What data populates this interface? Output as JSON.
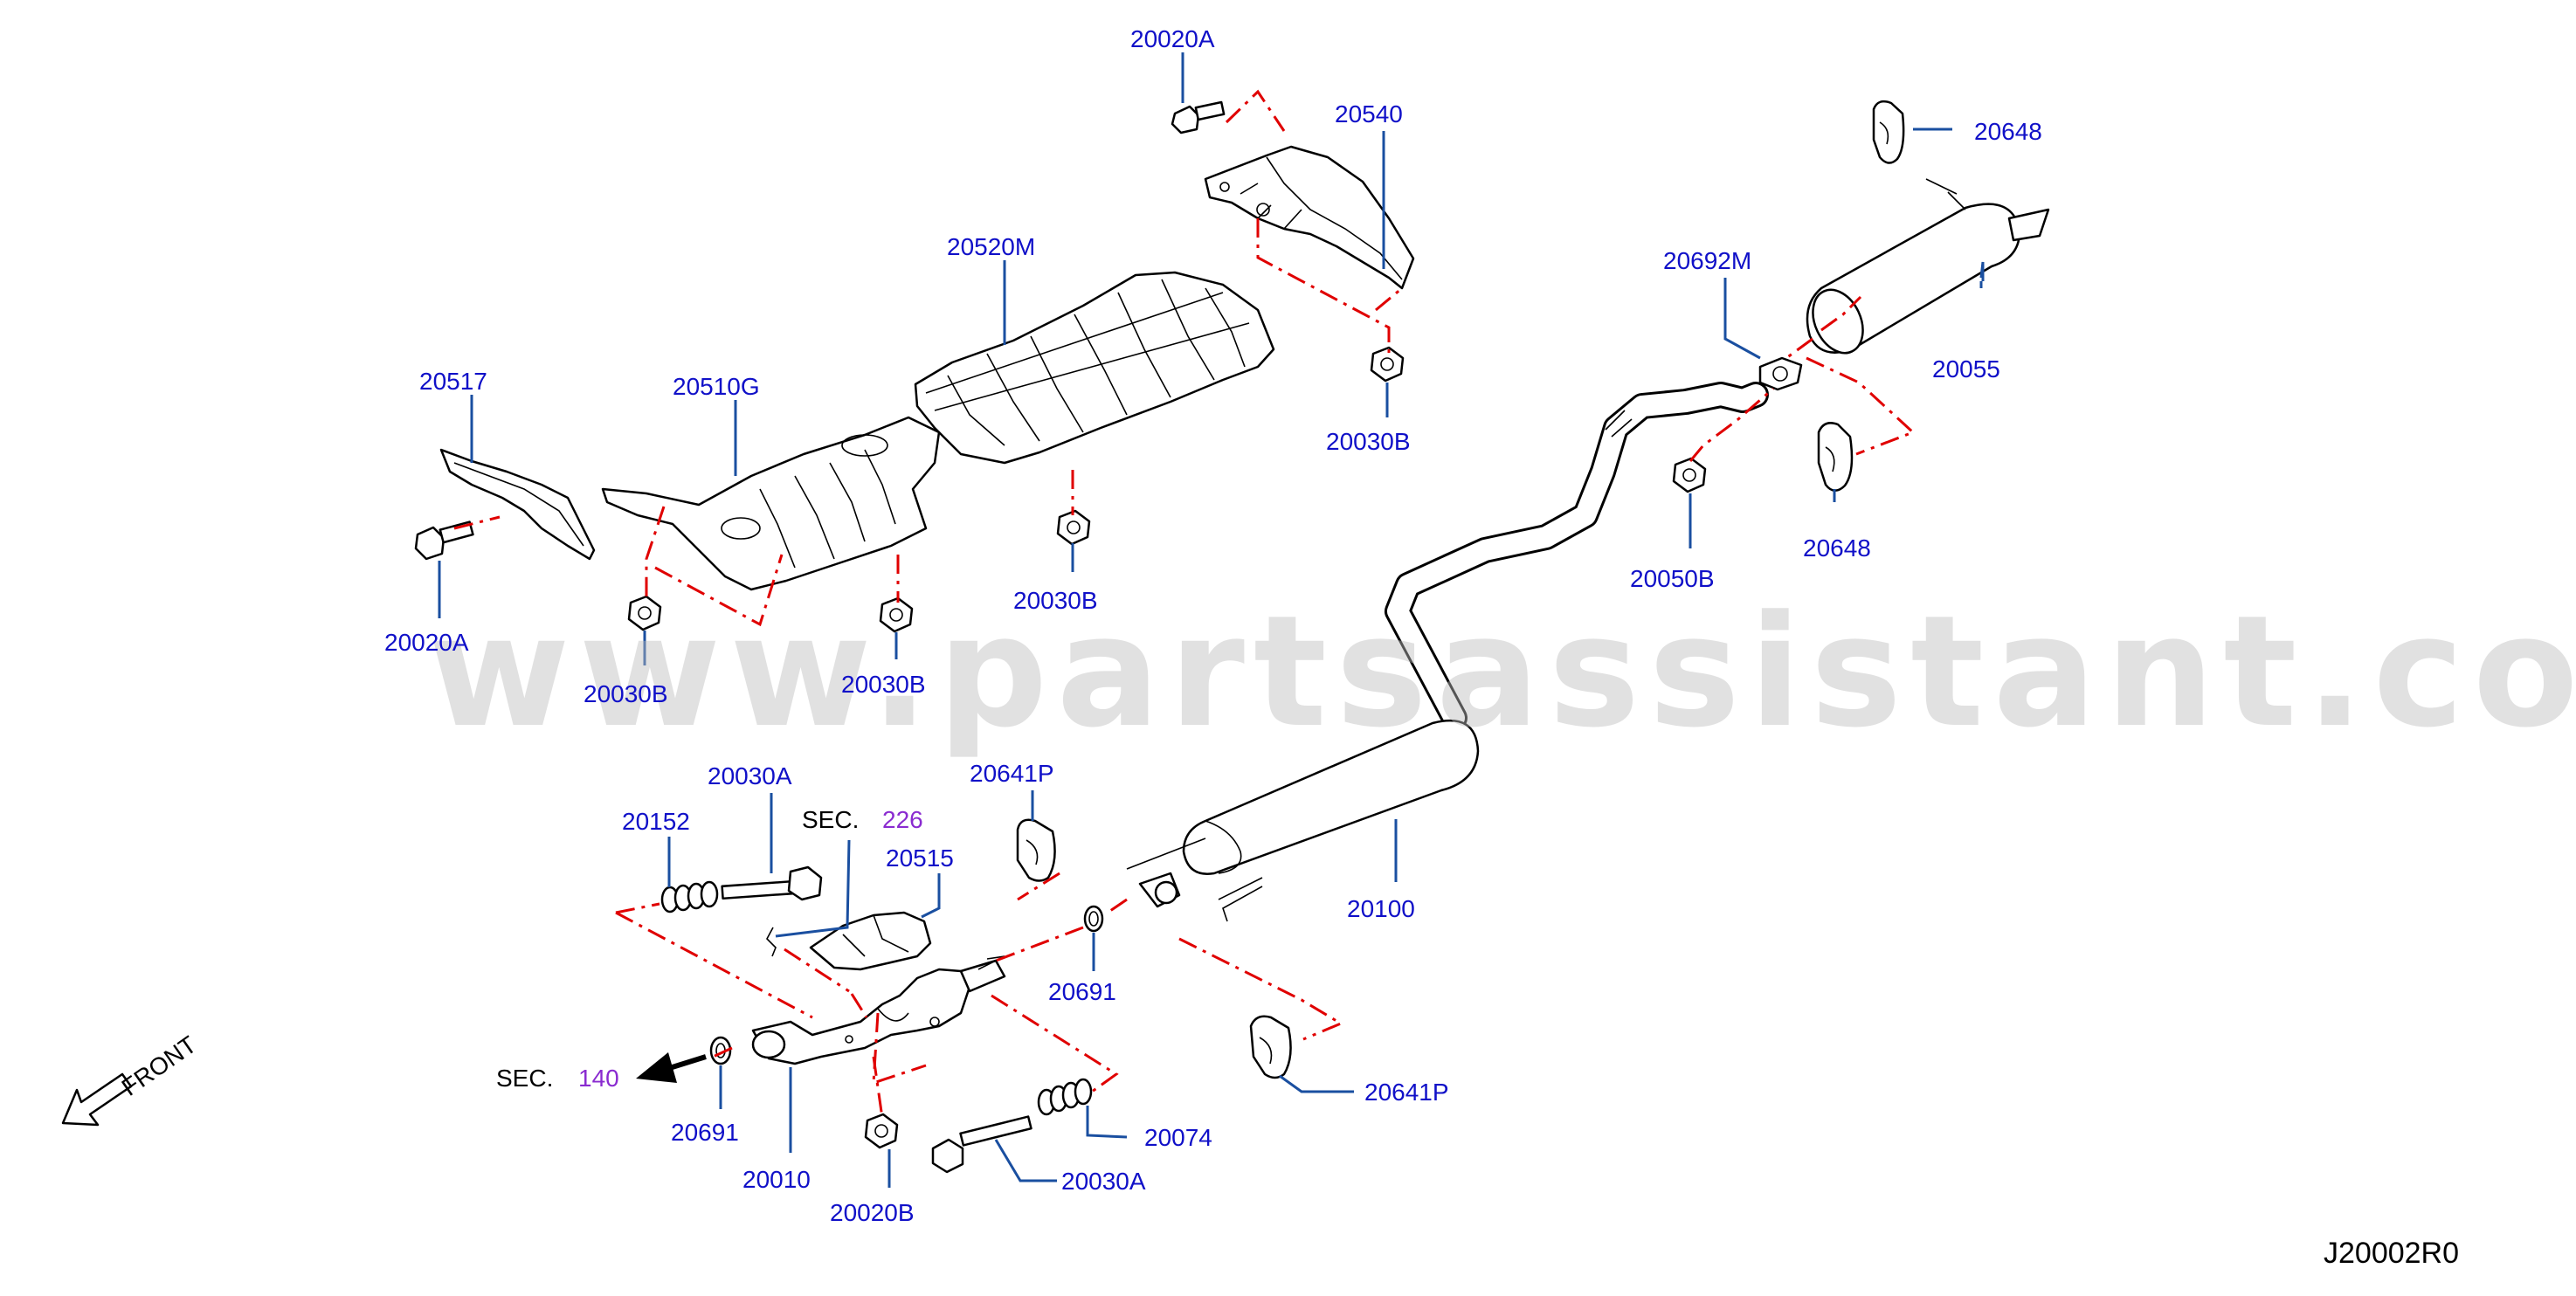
{
  "watermark": "www.partsassistant.com",
  "diagram_ref": "J20002R0",
  "front_label": "FRONT",
  "sections": {
    "sec_226": {
      "prefix": "SEC.",
      "number": "226"
    },
    "sec_140": {
      "prefix": "SEC.",
      "number": "140"
    }
  },
  "callouts": {
    "c20020A_top": "20020A",
    "c20540": "20540",
    "c20648_top": "20648",
    "c20520M": "20520M",
    "c20030B_a": "20030B",
    "c20692M": "20692M",
    "c20055": "20055",
    "c20517": "20517",
    "c20510G": "20510G",
    "c20648_bot": "20648",
    "c20050B": "20050B",
    "c20030B_b": "20030B",
    "c20020A_left": "20020A",
    "c20030B_c": "20030B",
    "c20030B_d": "20030B",
    "c20030A_top": "20030A",
    "c20152": "20152",
    "c20515": "20515",
    "c20641P_top": "20641P",
    "c20100": "20100",
    "c20691_right": "20691",
    "c20641P_bot": "20641P",
    "c20691_left": "20691",
    "c20010": "20010",
    "c20020B": "20020B",
    "c20074": "20074",
    "c20030A_bot": "20030A"
  },
  "colors": {
    "callout_text": "#1010c8",
    "leader_line": "#1a4fa0",
    "dash_line": "#e00000",
    "section_number": "#8a2bd0",
    "watermark": "#bdbdbd"
  }
}
